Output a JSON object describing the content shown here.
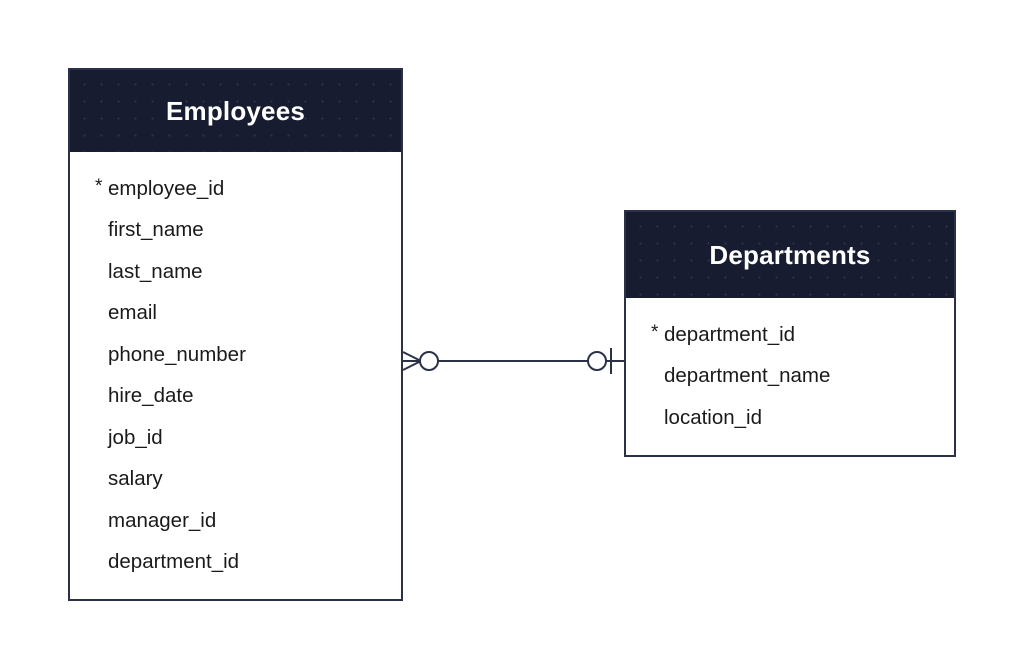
{
  "diagram": {
    "type": "entity-relationship-diagram",
    "notation": "crow's-foot",
    "background_color": "#ffffff",
    "accent_color": "#171c30",
    "border_color": "#2b3147",
    "text_color": "#1a1a1a",
    "header_text_color": "#ffffff",
    "primary_key_marker": "*"
  },
  "entities": [
    {
      "name": "Employees",
      "fields": [
        {
          "name": "employee_id",
          "primary_key": true,
          "marker": "*"
        },
        {
          "name": "first_name",
          "primary_key": false,
          "marker": ""
        },
        {
          "name": "last_name",
          "primary_key": false,
          "marker": ""
        },
        {
          "name": "email",
          "primary_key": false,
          "marker": ""
        },
        {
          "name": "phone_number",
          "primary_key": false,
          "marker": ""
        },
        {
          "name": "hire_date",
          "primary_key": false,
          "marker": ""
        },
        {
          "name": "job_id",
          "primary_key": false,
          "marker": ""
        },
        {
          "name": "salary",
          "primary_key": false,
          "marker": ""
        },
        {
          "name": "manager_id",
          "primary_key": false,
          "marker": ""
        },
        {
          "name": "department_id",
          "primary_key": false,
          "marker": ""
        }
      ]
    },
    {
      "name": "Departments",
      "fields": [
        {
          "name": "department_id",
          "primary_key": true,
          "marker": "*"
        },
        {
          "name": "department_name",
          "primary_key": false,
          "marker": ""
        },
        {
          "name": "location_id",
          "primary_key": false,
          "marker": ""
        }
      ]
    }
  ],
  "relationship": {
    "from_entity": "Employees",
    "to_entity": "Departments",
    "from_cardinality": "zero-or-many",
    "to_cardinality": "zero-or-one",
    "from_symbol": "crows-foot-with-circle",
    "to_symbol": "circle-with-bar",
    "line_color": "#2b3147"
  }
}
